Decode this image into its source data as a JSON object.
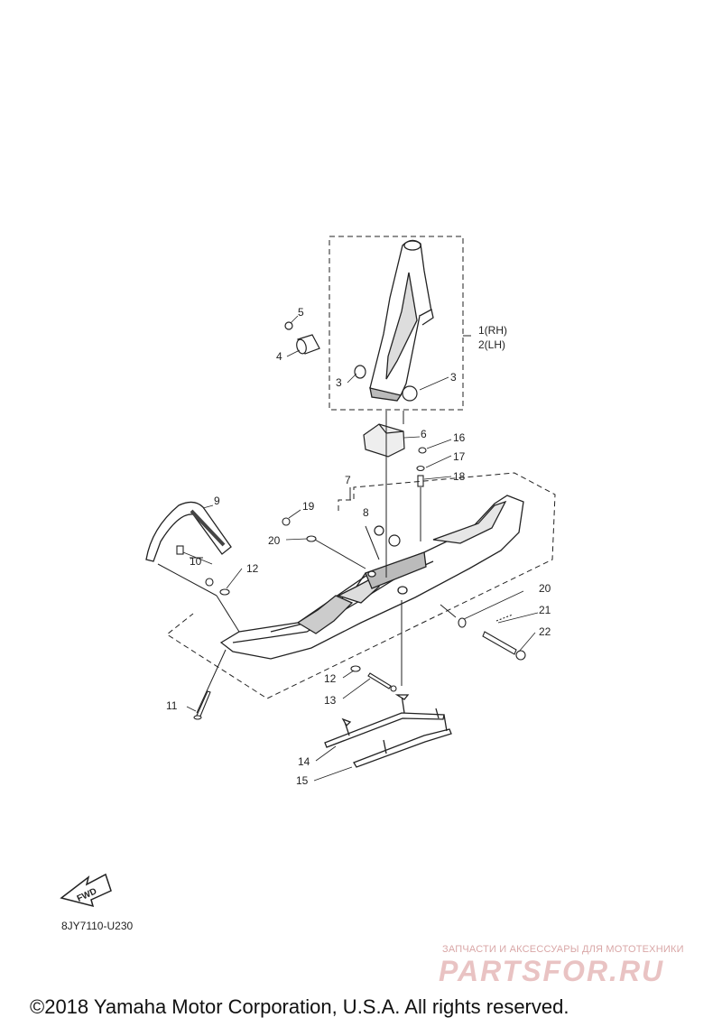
{
  "callouts": {
    "c1": "1(RH)",
    "c2": "2(LH)",
    "c3a": "3",
    "c3b": "3",
    "c4": "4",
    "c5": "5",
    "c6": "6",
    "c7": "7",
    "c8": "8",
    "c9": "9",
    "c10": "10",
    "c11": "11",
    "c12a": "12",
    "c12b": "12",
    "c13": "13",
    "c14": "14",
    "c15": "15",
    "c16": "16",
    "c17": "17",
    "c18": "18",
    "c19": "19",
    "c20a": "20",
    "c20b": "20",
    "c21": "21",
    "c22": "22"
  },
  "fwd_label": "FWD",
  "diagram_code": "8JY7110-U230",
  "watermark": {
    "tagline": "ЗАПЧАСТИ И АКСЕССУАРЫ ДЛЯ МОТОТЕХНИКИ",
    "brand": "PARTSFOR.RU"
  },
  "copyright": "©2018 Yamaha Motor Corporation, U.S.A. All rights reserved.",
  "colors": {
    "line": "#222222",
    "watermark": "#d9a7a7"
  }
}
